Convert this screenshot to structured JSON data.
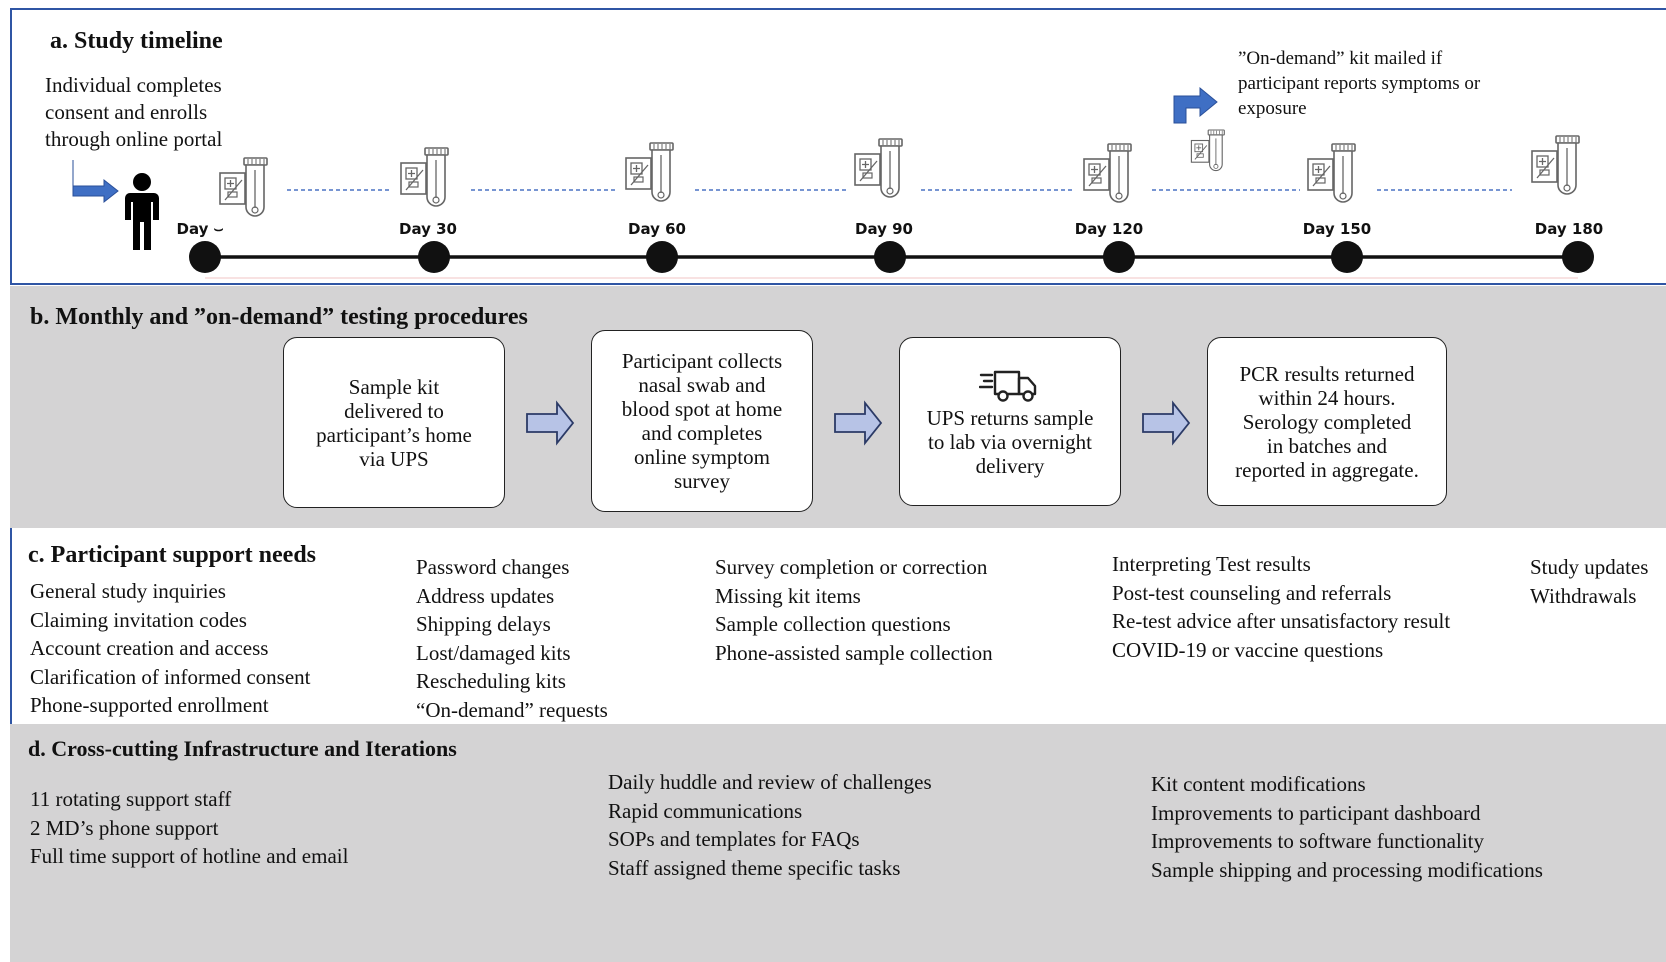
{
  "section_a": {
    "title": "a. Study timeline",
    "enroll_note": [
      "Individual completes",
      "consent and enrolls",
      "through online portal"
    ],
    "ondemand_note": [
      "”On-demand”  kit mailed if",
      "participant reports symptoms or",
      "exposure"
    ],
    "days": [
      "Day ⌣",
      "Day 30",
      "Day 60",
      "Day 90",
      "Day 120",
      "Day 150",
      "Day 180"
    ],
    "icons": {
      "person": "person-icon",
      "arrow": "bent-arrow-icon",
      "kit": "test-kit-icon"
    },
    "colors": {
      "arrow": "#3f6fc4",
      "dashed": "#4a72c4",
      "frame": "#2f55a4"
    }
  },
  "section_b": {
    "title": "b. Monthly and ”on-demand” testing procedures",
    "steps": [
      {
        "lines": [
          "Sample kit",
          "delivered to",
          "participant’s home",
          "via UPS"
        ]
      },
      {
        "lines": [
          "Participant collects",
          "nasal swab and",
          "blood spot at home",
          "and completes",
          "online symptom",
          "survey"
        ]
      },
      {
        "lines": [
          "UPS returns sample",
          "to lab via overnight",
          "delivery"
        ],
        "icon": "delivery-truck-icon"
      },
      {
        "lines": [
          "PCR results returned",
          "within 24 hours.",
          "Serology completed",
          "in batches and",
          "reported in aggregate."
        ]
      }
    ],
    "colors": {
      "arrow_fill": "#b7c3e6",
      "arrow_stroke": "#2b3a66",
      "background": "#d4d3d4"
    }
  },
  "section_c": {
    "title": "c. Participant support needs",
    "col1": [
      "General study inquiries",
      "Claiming invitation codes",
      "Account creation and access",
      "Clarification of informed consent",
      "Phone-supported enrollment"
    ],
    "col2": [
      "Password changes",
      "Address updates",
      "Shipping delays",
      "Lost/damaged kits",
      "Rescheduling kits",
      "“On-demand” requests"
    ],
    "col3": [
      "Survey completion or correction",
      "Missing kit items",
      "Sample collection questions",
      "Phone-assisted sample collection"
    ],
    "col4": [
      "Interpreting Test results",
      "Post-test counseling and referrals",
      "Re-test advice after unsatisfactory result",
      "COVID-19 or vaccine questions"
    ],
    "col5": [
      "Study updates",
      "Withdrawals"
    ]
  },
  "section_d": {
    "title": "d. Cross-cutting Infrastructure and Iterations",
    "col1": [
      "11 rotating support staff",
      "2 MD’s phone support",
      "Full time support of hotline and email"
    ],
    "col2": [
      "Daily huddle and review of challenges",
      "Rapid communications",
      "SOPs and templates for FAQs",
      "Staff assigned theme specific tasks"
    ],
    "col3": [
      "Kit content modifications",
      "Improvements to participant dashboard",
      "Improvements to software functionality",
      "Sample shipping and processing modifications"
    ]
  }
}
